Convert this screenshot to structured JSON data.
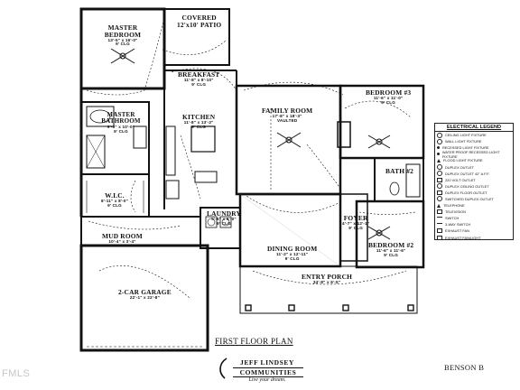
{
  "plan_title": "FIRST FLOOR PLAN",
  "model_name": "BENSON B",
  "brand": {
    "line1": "JEFF LINDSEY",
    "line2": "COMMUNITIES",
    "tagline": "Live your dream."
  },
  "watermark": "FMLS",
  "rooms": {
    "master_bedroom": {
      "name": "MASTER BEDROOM",
      "dims": "13'-5\" x 16'-0\"",
      "ceiling": "9' CLG"
    },
    "covered_patio": {
      "name": "COVERED",
      "dims": "12'x10' PATIO"
    },
    "breakfast": {
      "name": "BREAKFAST",
      "dims": "11'-8\" x 8'-10\"",
      "ceiling": "9' CLG"
    },
    "master_bath": {
      "name": "MASTER BATHROOM",
      "dims": "9'-0\" x 10'-0\"",
      "ceiling": "9' CLG"
    },
    "kitchen": {
      "name": "KITCHEN",
      "dims": "11'-8\" x 13'-2\"",
      "ceiling": "9' CLG"
    },
    "family_room": {
      "name": "FAMILY ROOM",
      "dims": "17'-8\" x 18'-3\"",
      "ceiling": "VAULTED"
    },
    "bedroom3": {
      "name": "BEDROOM #3",
      "dims": "11'-6\" x 11'-0\"",
      "ceiling": "9' CLG"
    },
    "bath2": {
      "name": "BATH #2"
    },
    "wic": {
      "name": "W.I.C.",
      "dims": "8'-11\" x 8'-0\"",
      "ceiling": "9' CLG"
    },
    "laundry": {
      "name": "LAUNDRY",
      "dims": "5'-6\" x 6'-0\"",
      "ceiling": "9' CLG"
    },
    "foyer": {
      "name": "FOYER",
      "dims": "4'-7\" x 12'-1\"",
      "ceiling": "9' CLG"
    },
    "mud_room": {
      "name": "MUD ROOM",
      "dims": "10'-4\" x 3'-4\""
    },
    "dining_room": {
      "name": "DINING ROOM",
      "dims": "11'-2\" x 12'-11\"",
      "ceiling": "9' CLG"
    },
    "bedroom2": {
      "name": "BEDROOM #2",
      "dims": "11'-6\" x 11'-6\"",
      "ceiling": "9' CLG"
    },
    "garage": {
      "name": "2-CAR GARAGE",
      "dims": "22'-1\" x 22'-8\""
    },
    "entry_porch": {
      "name": "ENTRY PORCH",
      "dims": "34'-8\" x 6'-5\""
    }
  },
  "legend": {
    "title": "ELECTRICAL LEGEND",
    "items": [
      "CEILING LIGHT FIXTURE",
      "WALL LIGHT FIXTURE",
      "RECESSED LIGHT FIXTURE",
      "WATER PROOF RECESSED LIGHT FIXTURE",
      "FLOOD LIGHT FIXTURE",
      "DUPLEX OUTLET",
      "DUPLEX OUTLET 42\" A.F.F.",
      "220 VOLT OUTLET",
      "DUPLEX CEILING OUTLET",
      "DUPLEX FLOOR OUTLET",
      "SWITCHED DUPLEX OUTLET",
      "TELEPHONE",
      "TELEVISION",
      "SWITCH",
      "3-WAY SWITCH",
      "EXHAUST FAN",
      "EXHAUST FAN/LIGHT"
    ]
  }
}
